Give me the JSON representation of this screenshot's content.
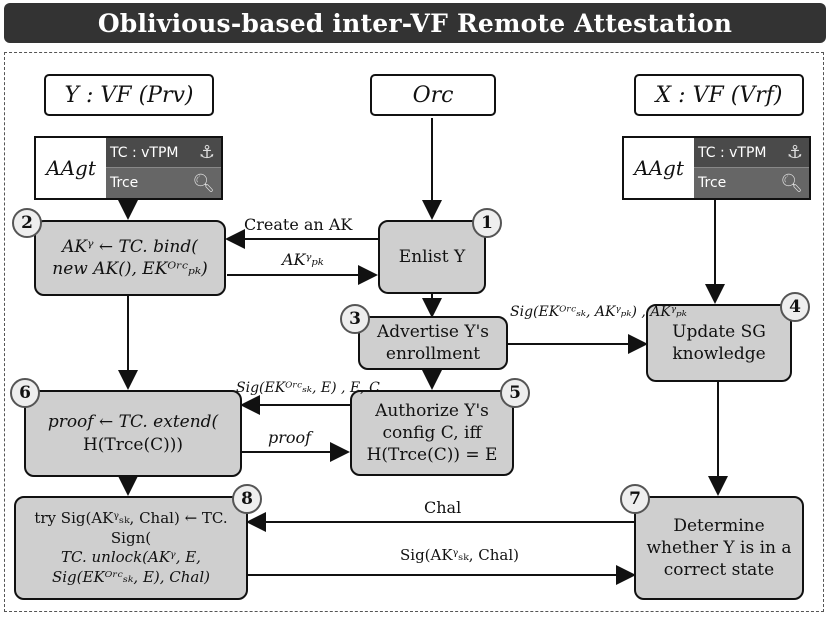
{
  "title": "Oblivious-based inter-VF Remote Attestation",
  "roles": {
    "prv": "Y : VF (Prv)",
    "orc": "Orc",
    "vrf": "X : VF (Vrf)"
  },
  "agents": {
    "left": {
      "agt": "AAgt",
      "tc": "TC : vTPM",
      "trce": "Trce"
    },
    "right": {
      "agt": "AAgt",
      "tc": "TC : vTPM",
      "trce": "Trce"
    }
  },
  "steps": {
    "s1": {
      "num": "1",
      "text": "Enlist Y"
    },
    "s2": {
      "num": "2",
      "line1": "AKᵞ ← TC. bind(",
      "line2": "new AK(), EKᴼʳᶜₚₖ)"
    },
    "s3": {
      "num": "3",
      "line1": "Advertise Y's",
      "line2": "enrollment"
    },
    "s4": {
      "num": "4",
      "line1": "Update SG",
      "line2": "knowledge"
    },
    "s5": {
      "num": "5",
      "line1": "Authorize Y's",
      "line2": "config C, iff",
      "line3": "H(Trce(C)) = E"
    },
    "s6": {
      "num": "6",
      "line1": "proof ← TC. extend(",
      "line2": "H(Trce(C)))"
    },
    "s7": {
      "num": "7",
      "line1": "Determine",
      "line2": "whether Y is in a",
      "line3": "correct state"
    },
    "s8": {
      "num": "8",
      "line1": "try Sig(AKᵞₛₖ, Chal) ← TC. Sign(",
      "line2": "TC. unlock(AKᵞ, E,",
      "line3": "Sig(EKᴼʳᶜₛₖ, E), Chal)"
    }
  },
  "labels": {
    "create_ak": "Create an AK",
    "ak_pk": "AKᵞₚₖ",
    "sig_ek_ak": "Sig(EKᴼʳᶜₛₖ, AKᵞₚₖ) , AKᵞₚₖ",
    "sig_e_c": "Sig(EKᴼʳᶜₛₖ, E) , E, C",
    "proof": "proof",
    "chal": "Chal",
    "sig_chal": "Sig(AKᵞₛₖ, Chal)"
  },
  "icons": {
    "anchor": "anchor-icon",
    "search": "search-icon"
  }
}
